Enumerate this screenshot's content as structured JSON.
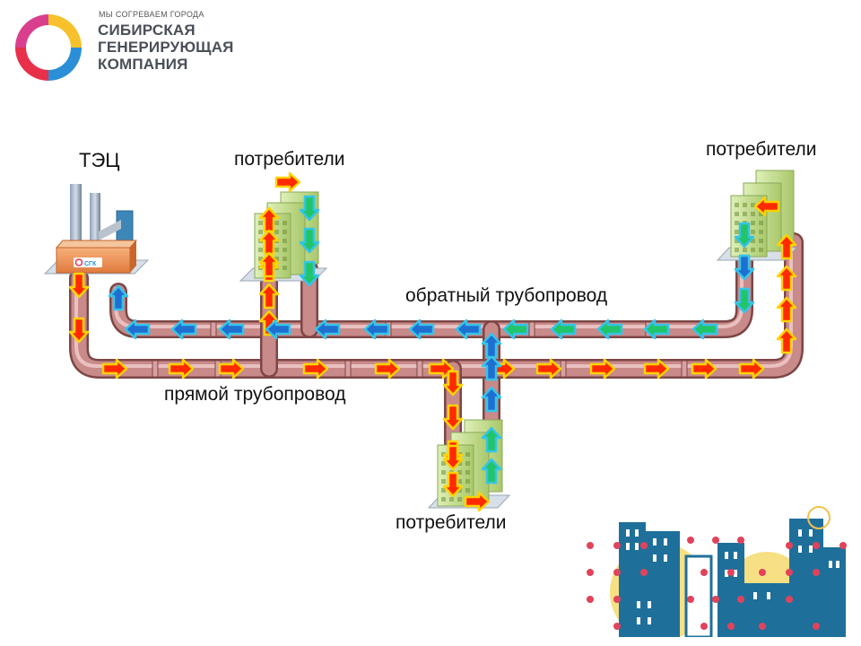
{
  "logo": {
    "tagline": "МЫ СОГРЕВАЕМ ГОРОДА",
    "line1": "СИБИРСКАЯ",
    "line2": "ГЕНЕРИРУЮЩАЯ",
    "line3": "КОМПАНИЯ"
  },
  "diagram": {
    "plant_label": "ТЭЦ",
    "plant_badge": "СГК",
    "consumers_left": "потребители",
    "consumers_right": "потребители",
    "consumers_bottom": "потребители",
    "return_pipe_label": "обратный трубопровод",
    "supply_pipe_label": "прямой трубопровод"
  },
  "colors": {
    "pipe": "#c98a8a",
    "pipe_edge": "#7d4646",
    "supply_arrow": "#ff2a00",
    "supply_arrow_edge": "#ffd200",
    "return_arrow_blue": "#1f6fd1",
    "return_arrow_green": "#22c46a",
    "return_arrow_edge": "#35c4e8",
    "building": "#c7df8f",
    "logo_red": "#e8304b",
    "logo_yellow": "#f6c12c",
    "logo_blue": "#2a8fd6",
    "city_blue": "#1f6f9b",
    "city_yellow": "#f7df83",
    "city_dot": "#e0435a"
  }
}
